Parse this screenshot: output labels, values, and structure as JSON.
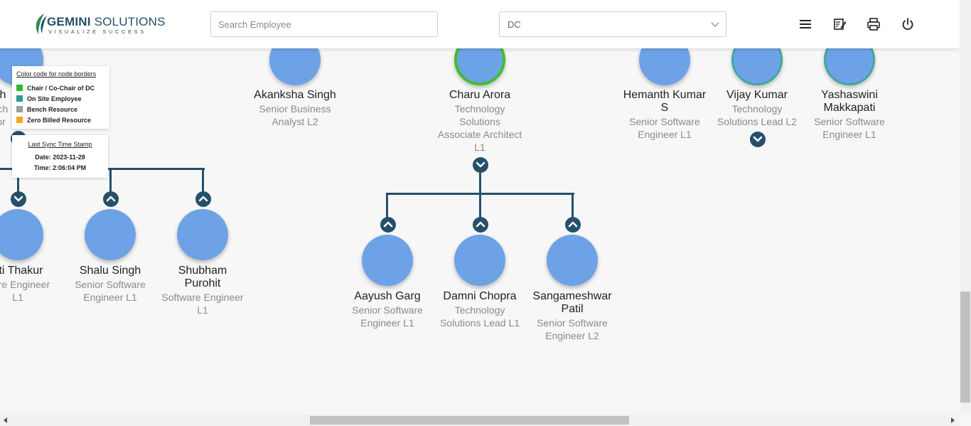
{
  "header": {
    "logo_word_bold": "GEMINI",
    "logo_word_rest": " SOLUTIONS",
    "logo_tagline": "VISUALIZE SUCCESS",
    "search_placeholder": "Search Employee",
    "dropdown_value": "DC"
  },
  "legend": {
    "title": "Color code for node borders",
    "items": [
      {
        "label": "Chair / Co-Chair of DC",
        "color": "#2eb82e"
      },
      {
        "label": "On Site Employee",
        "color": "#2a9d96"
      },
      {
        "label": "Bench Resource",
        "color": "#9e9e9e"
      },
      {
        "label": "Zero Billed Resource",
        "color": "#f5a623"
      }
    ]
  },
  "sync": {
    "title": "Last Sync Time Stamp",
    "date_line": "Date: 2023-11-28",
    "time_line": "Time: 2:06:04 PM"
  },
  "partial_left": {
    "name_fragment": "sh",
    "role_fragment_1": "ech",
    "role_fragment_2": "ior"
  },
  "top_row": [
    {
      "name": "Akanksha Singh",
      "role_lines": [
        "Senior Business",
        "Analyst L2"
      ]
    },
    {
      "name": "Charu Arora",
      "role_lines": [
        "Technology",
        "Solutions",
        "Associate Architect",
        "L1"
      ]
    },
    {
      "name_lines": [
        "Hemanth Kumar",
        "S"
      ],
      "role_lines": [
        "Senior Software",
        "Engineer L1"
      ]
    },
    {
      "name": "Vijay Kumar",
      "role_lines": [
        "Technology",
        "Solutions Lead L2"
      ]
    },
    {
      "name_lines": [
        "Yashaswini",
        "Makkapati"
      ],
      "role_lines": [
        "Senior Software",
        "Engineer L1"
      ]
    }
  ],
  "left_children": [
    {
      "name": "oti Thakur",
      "role_lines": [
        "ware Engineer",
        "L1"
      ]
    },
    {
      "name": "Shalu Singh",
      "role_lines": [
        "Senior Software",
        "Engineer L1"
      ]
    },
    {
      "name_lines": [
        "Shubham",
        "Purohit"
      ],
      "role_lines": [
        "Software Engineer",
        "L1"
      ]
    }
  ],
  "charu_children": [
    {
      "name": "Aayush Garg",
      "role_lines": [
        "Senior Software",
        "Engineer L1"
      ]
    },
    {
      "name": "Damni Chopra",
      "role_lines": [
        "Technology",
        "Solutions Lead L1"
      ]
    },
    {
      "name_lines": [
        "Sangameshwar",
        "Patil"
      ],
      "role_lines": [
        "Senior Software",
        "Engineer L2"
      ]
    }
  ],
  "colors": {
    "node_fill": "#6ea2e6",
    "line": "#25506b",
    "chair_border": "#3fbf2f",
    "onsite_border": "#41a8a0"
  }
}
